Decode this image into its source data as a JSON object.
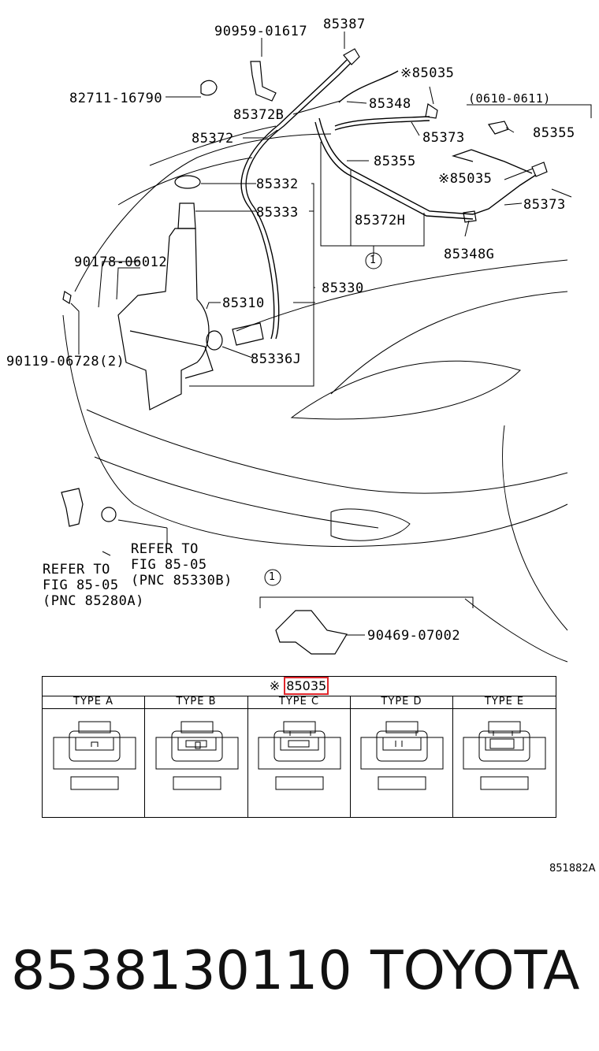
{
  "labels": {
    "p90959": "90959-01617",
    "p85387": "85387",
    "p85035a": "※85035",
    "p82711": "82711-16790",
    "p85372B": "85372B",
    "p85348": "85348",
    "p85372": "85372",
    "p85373a": "85373",
    "p85355a": "85355",
    "p85355b": "85355",
    "p85035b": "※85035",
    "p85332": "85332",
    "p85373b": "85373",
    "p85333": "85333",
    "p85372H": "85372H",
    "p85348G": "85348G",
    "p90178": "90178-06012",
    "p85310": "85310",
    "p85330": "85330",
    "p90119": "90119-06728(2)",
    "p85336J": "85336J",
    "p90469": "90469-07002",
    "date_range": "(0610-0611)",
    "circle1a": "1",
    "circle1b": "1"
  },
  "refer1": {
    "line1": "REFER TO",
    "line2": "FIG 85-05",
    "line3": "(PNC 85330B)"
  },
  "refer2": {
    "line1": "REFER TO",
    "line2": "FIG 85-05",
    "line3": "(PNC 85280A)"
  },
  "table": {
    "prefix": "※",
    "part": "85035",
    "types": [
      "TYPE A",
      "TYPE B",
      "TYPE C",
      "TYPE D",
      "TYPE E"
    ]
  },
  "figure_code": "851882A",
  "footer": {
    "part_number": "8538130110",
    "brand": "TOYOTA"
  },
  "colors": {
    "highlight": "#e0262b"
  }
}
